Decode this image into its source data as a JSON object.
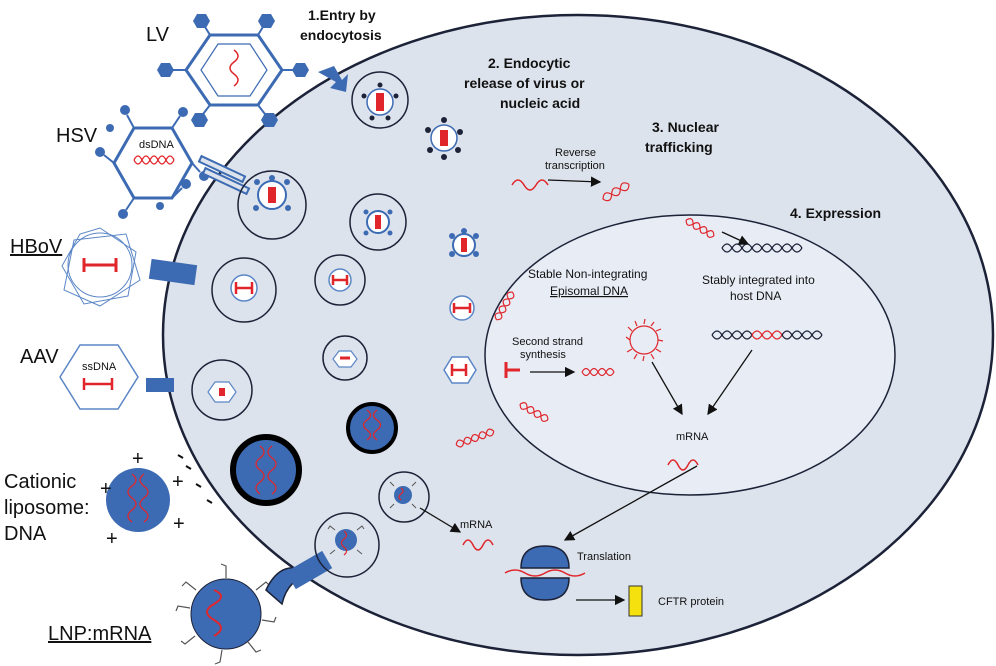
{
  "vectors": {
    "lv": "LV",
    "hsv": "HSV",
    "hsv_genome": "dsDNA",
    "hbov": "HBoV",
    "aav": "AAV",
    "aav_genome": "ssDNA",
    "liposome_line1": "Cationic",
    "liposome_line2": "liposome:",
    "liposome_line3": "DNA",
    "lnp": "LNP:mRNA"
  },
  "steps": {
    "step1_line1": "1.Entry by",
    "step1_line2": "endocytosis",
    "step2_line1": "2. Endocytic",
    "step2_line2": "release of virus or",
    "step2_line3": "nucleic acid",
    "step3_line1": "3. Nuclear",
    "step3_line2": "trafficking",
    "step4": "4. Expression"
  },
  "labels": {
    "reverse_line1": "Reverse",
    "reverse_line2": "transcription",
    "episomal_line1": "Stable Non-integrating",
    "episomal_line2": "Episomal DNA",
    "integrated_line1": "Stably integrated into",
    "integrated_line2": "host DNA",
    "second_line1": "Second strand",
    "second_line2": "synthesis",
    "mrna_nucleus": "mRNA",
    "mrna_cytoplasm": "mRNA",
    "translation": "Translation",
    "protein": "CFTR protein",
    "plus": "+"
  },
  "colors": {
    "cell_fill": "#dde3ec",
    "nucleus_fill": "#e7ecf5",
    "vector_blue": "#3d6bb3",
    "dna_red": "#e0262b",
    "protein_yellow": "#f5e10e"
  }
}
